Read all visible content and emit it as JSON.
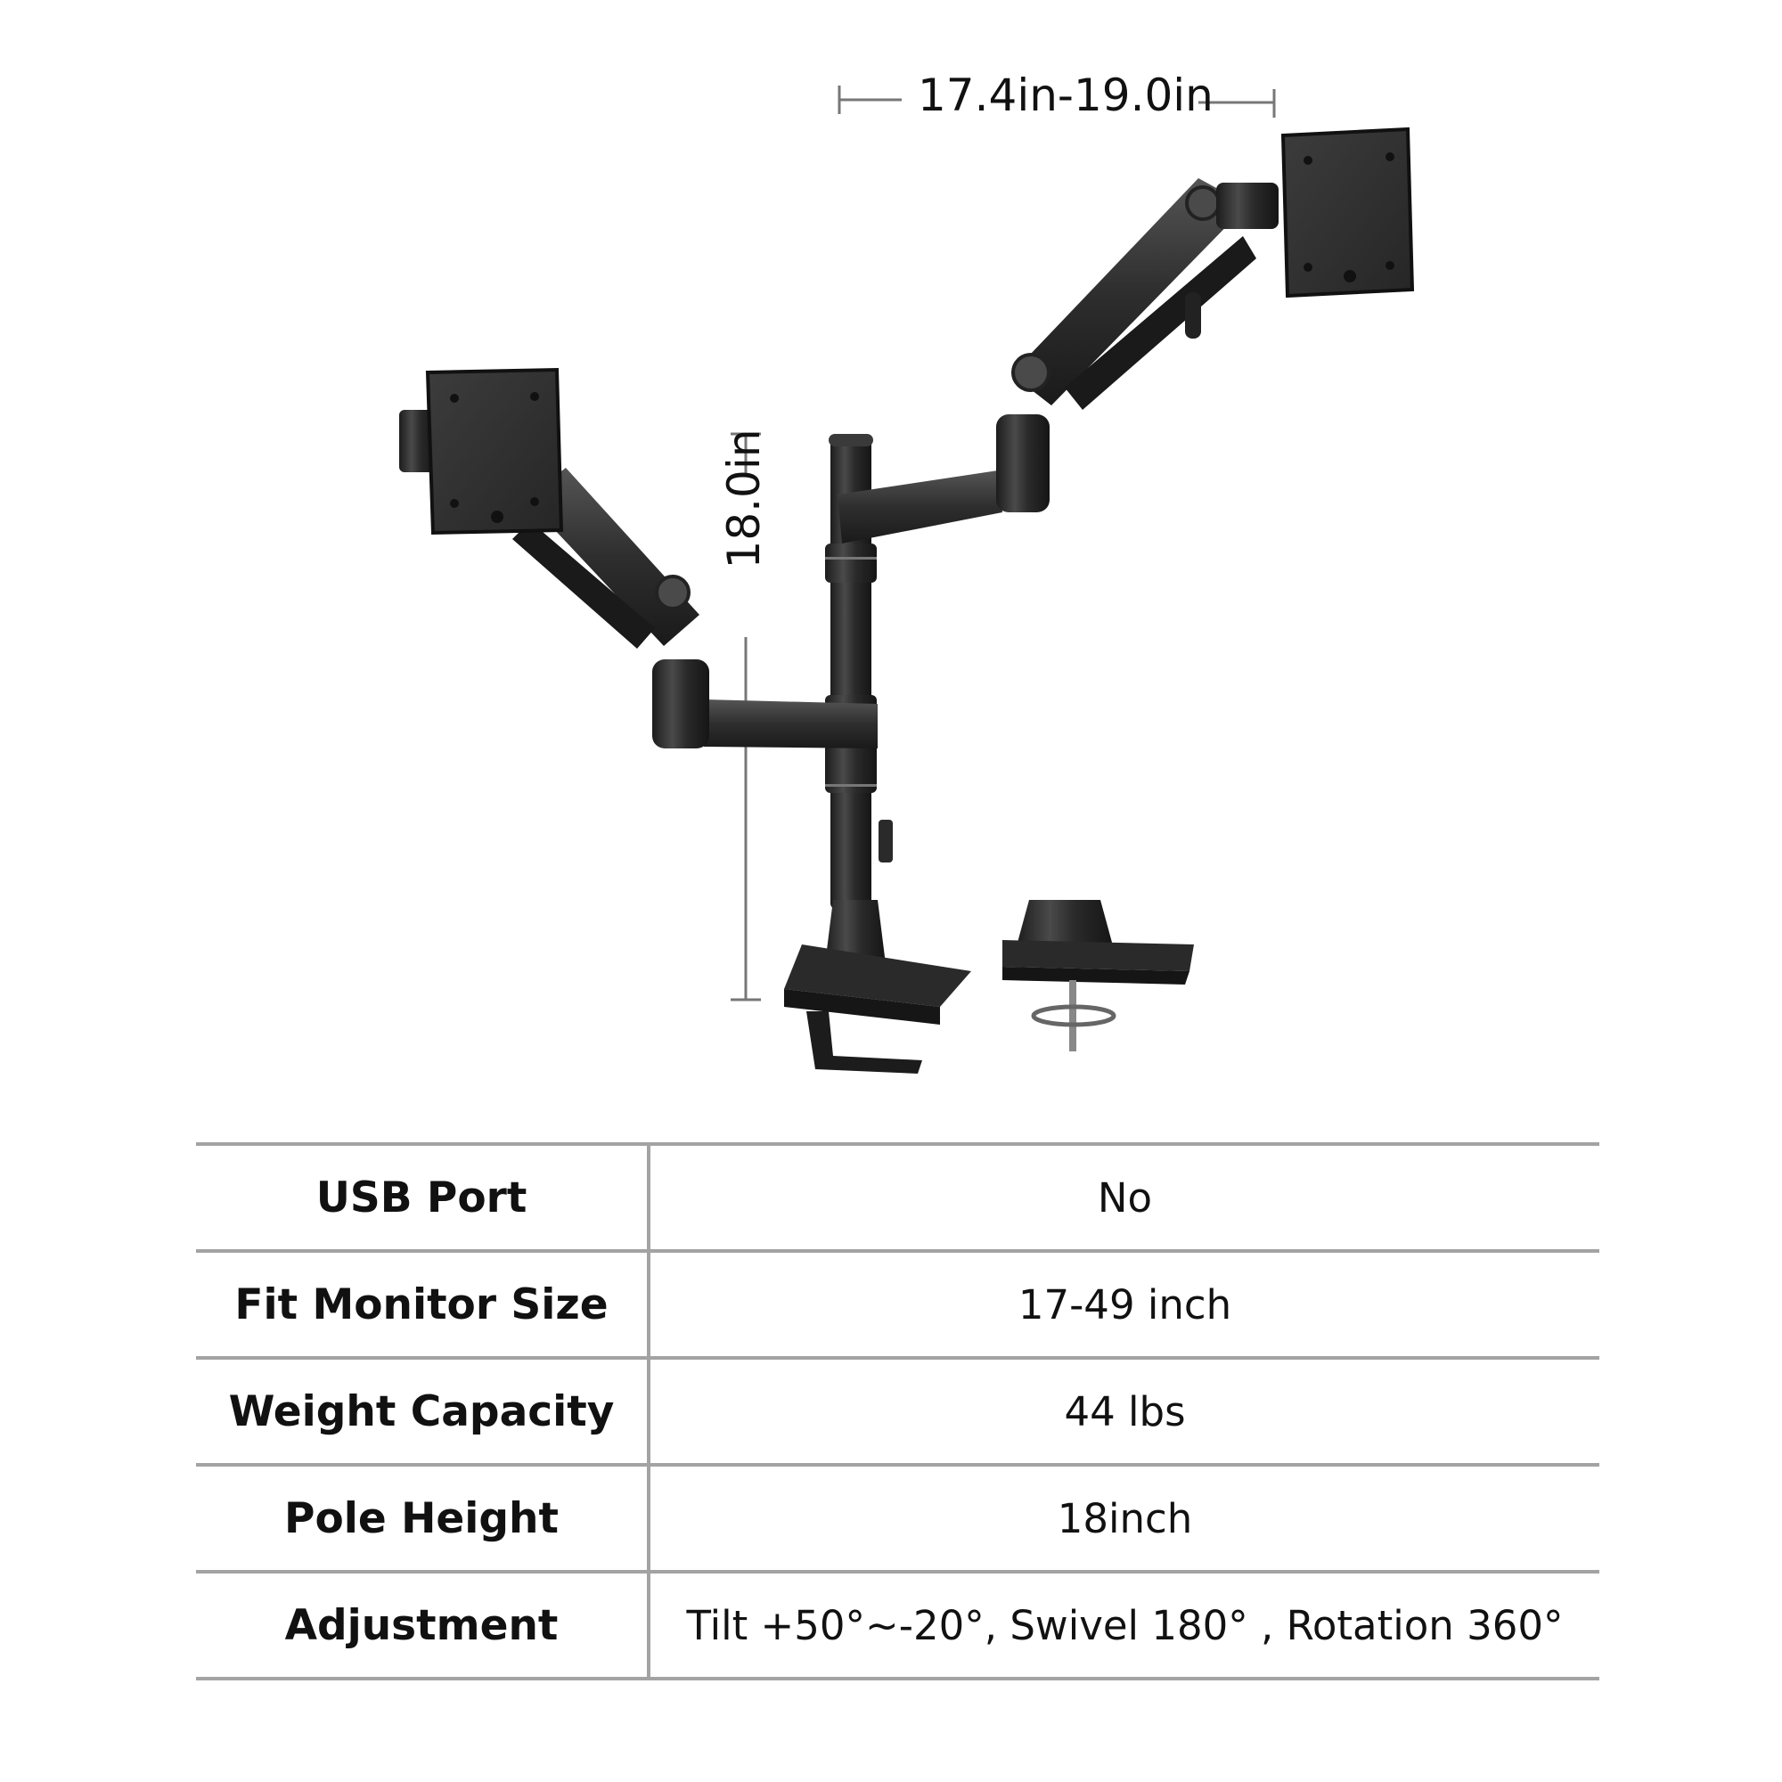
{
  "dimensions": {
    "arm_span": "17.4in-19.0in",
    "pole_height": "18.0in"
  },
  "specs": [
    {
      "label": "USB Port",
      "value": "No"
    },
    {
      "label": "Fit Monitor Size",
      "value": "17-49 inch"
    },
    {
      "label": "Weight Capacity",
      "value": "44 lbs"
    },
    {
      "label": "Pole Height",
      "value": "18inch"
    },
    {
      "label": "Adjustment",
      "value": "Tilt +50°~-20°, Swivel 180° , Rotation 360°"
    }
  ],
  "colors": {
    "arm_metal": "#2b2b2b",
    "arm_highlight": "#5a5a5a",
    "table_lines": "#a3a3a3",
    "dimension_lines": "#777777"
  }
}
